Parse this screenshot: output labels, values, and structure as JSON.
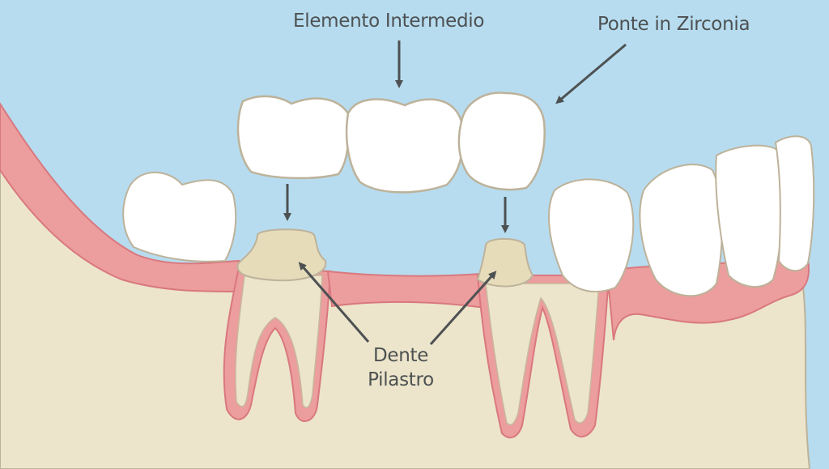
{
  "labels": {
    "pontic": "Elemento Intermedio",
    "bridge": "Ponte in Zirconia",
    "abutment_line1": "Dente",
    "abutment_line2": "Pilastro"
  },
  "colors": {
    "background": "#b7dcef",
    "bone": "#ece5cb",
    "gum": "#ec9d9d",
    "gum_dark": "#d9787e",
    "tooth": "#ffffff",
    "tooth_shade": "#eeece6",
    "outline": "#bdb29a",
    "abutment": "#e6dcba",
    "arrow": "#4d5152",
    "text": "#4d5152"
  }
}
